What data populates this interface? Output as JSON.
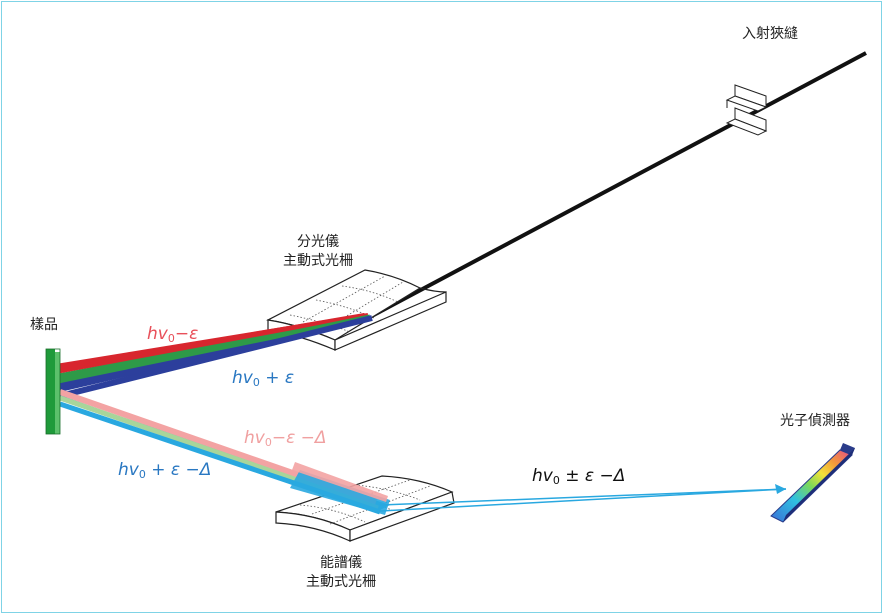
{
  "labels": {
    "entrance_slit": "入射狹縫",
    "monochromator_line1": "分光儀",
    "monochromator_line2": "主動式光柵",
    "sample": "樣品",
    "analyzer_line1": "能譜儀",
    "analyzer_line2": "主動式光柵",
    "detector": "光子偵測器"
  },
  "formulas": {
    "minus_eps": {
      "hv": "hv",
      "sub": "0",
      "rest": "−ε",
      "color": "#e8505a"
    },
    "plus_eps": {
      "hv": "hv",
      "sub": "0",
      "rest": " + ε",
      "color": "#2a78c2"
    },
    "minus_eps_delta": {
      "hv": "hv",
      "sub": "0",
      "rest": "−ε −Δ",
      "color": "#f0a0a0"
    },
    "plus_eps_delta": {
      "hv": "hv",
      "sub": "0",
      "rest": " + ε −Δ",
      "color": "#2a78c2"
    },
    "pm_eps_delta": {
      "hv": "hv",
      "sub": "0",
      "rest": " ± ε −Δ",
      "color": "#111111"
    }
  },
  "colors": {
    "frame": "#7fd3e6",
    "red_beam": "#d8262e",
    "green_beam": "#2e9a48",
    "blue_beam": "#2c3f9c",
    "pink_beam": "#f3a3a3",
    "lightgreen_beam": "#a8d59a",
    "cyan_beam": "#29a8e0",
    "sample_green": "#1f9a3a"
  }
}
